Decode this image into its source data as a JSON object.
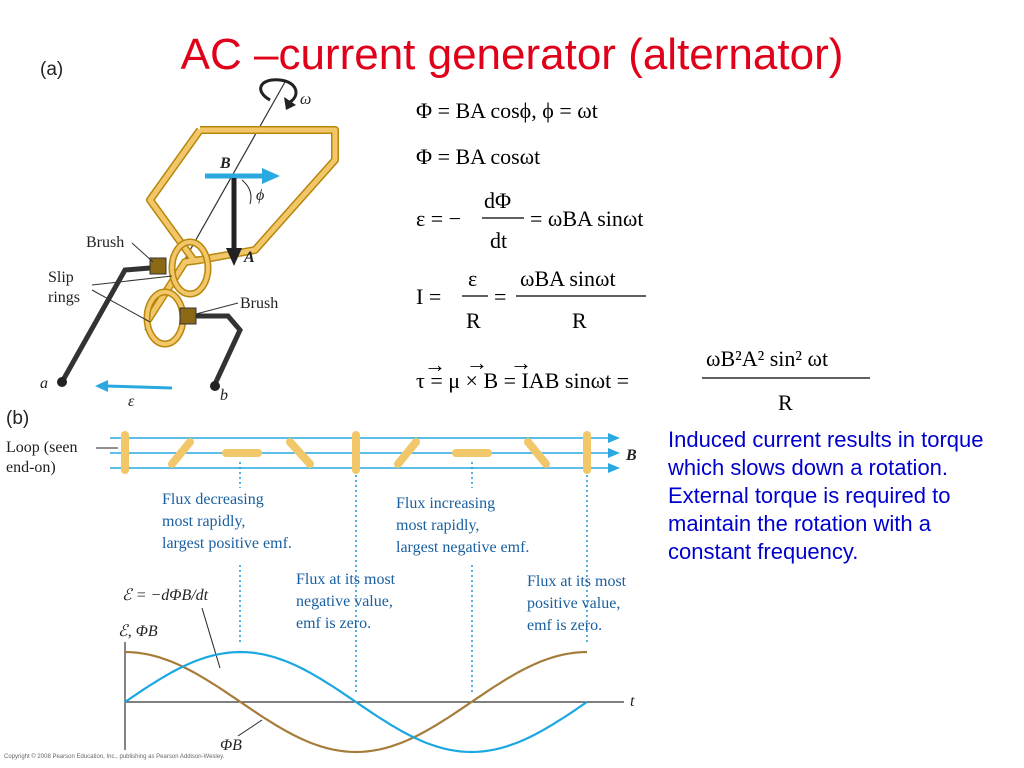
{
  "title": "AC –current generator (alternator)",
  "colors": {
    "title": "#e0001a",
    "note": "#0000cc",
    "loop": "#f2c76a",
    "loop_edge": "#b8860b",
    "emf_curve": "#1ba7e0",
    "flux_curve": "#a67c3a",
    "field": "#2aa8e0"
  },
  "panel_a": {
    "label": "(a)",
    "omega": "ω",
    "B_vec": "B",
    "A_vec": "A",
    "phi": "ϕ",
    "brush_top": "Brush",
    "brush_bottom": "Brush",
    "slip_1": "Slip",
    "slip_2": "rings",
    "terminal_a": "a",
    "terminal_b": "b",
    "emf_symbol": "ε"
  },
  "equations": {
    "e1": "Φ = BA cosϕ, ϕ = ωt",
    "e2": "Φ = BA cosωt",
    "e3_lhs": "ε = −",
    "e3_num": "dΦ",
    "e3_den": "dt",
    "e3_rhs": "= ωBA sinωt",
    "e4_lhs": "I =",
    "e4_num1": "ε",
    "e4_den1": "R",
    "e4_eq": "=",
    "e4_num2": "ωBA sinωt",
    "e4_den2": "R",
    "e5_lhs": "τ = μ × B = IAB sinωt =",
    "e5_num": "ωB²A² sin² ωt",
    "e5_den": "R"
  },
  "panel_b": {
    "label": "(b)",
    "loop_1": "Loop (seen",
    "loop_2": "end-on)",
    "B": "B",
    "annot1": [
      "Flux decreasing",
      "most rapidly,",
      "largest positive emf."
    ],
    "annot2": [
      "Flux increasing",
      "most rapidly,",
      "largest negative emf."
    ],
    "annot3": [
      "Flux at its most",
      "negative value,",
      "emf is zero."
    ],
    "annot4": [
      "Flux at its most",
      "positive value,",
      "emf is zero."
    ],
    "emf_formula": "ℰ = −dΦB/dt",
    "yaxis": "ℰ, ΦB",
    "t_axis": "t",
    "phi_b": "ΦB"
  },
  "note": "Induced current results in torque which slows down a rotation. External torque is required to maintain the rotation with a constant frequency.",
  "copyright": "Copyright © 2008 Pearson Education, Inc., publishing as Pearson Addison-Wesley."
}
